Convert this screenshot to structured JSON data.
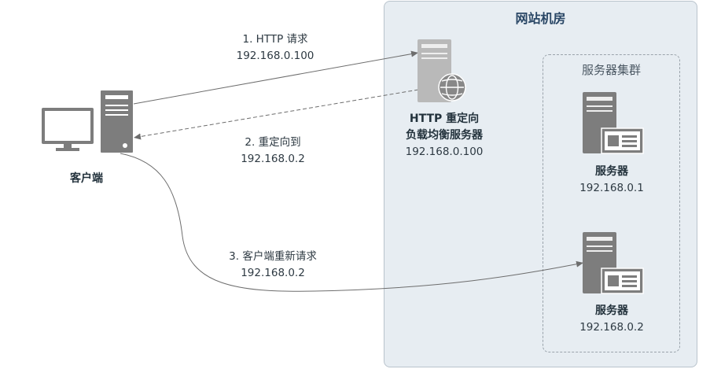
{
  "room": {
    "title": "网站机房"
  },
  "cluster": {
    "title": "服务器集群"
  },
  "client": {
    "label": "客户端"
  },
  "load_balancer": {
    "name_line1": "HTTP 重定向",
    "name_line2": "负载均衡服务器",
    "ip": "192.168.0.100"
  },
  "servers": [
    {
      "name": "服务器",
      "ip": "192.168.0.1"
    },
    {
      "name": "服务器",
      "ip": "192.168.0.2"
    }
  ],
  "steps": [
    {
      "label": "1. HTTP 请求",
      "ip": "192.168.0.100"
    },
    {
      "label": "2. 重定向到",
      "ip": "192.168.0.2"
    },
    {
      "label": "3. 客户端重新请求",
      "ip": "192.168.0.2"
    }
  ],
  "colors": {
    "room_bg": "#e7edf2",
    "icon_gray": "#7d7d7d",
    "arrow": "#6d6d6d"
  }
}
